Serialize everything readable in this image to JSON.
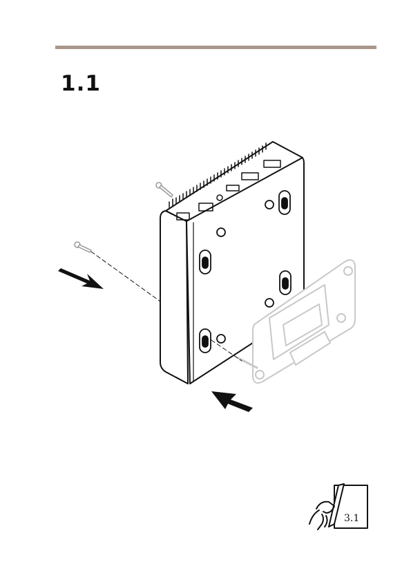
{
  "header": {
    "step_number": "1.1",
    "rule_color": "#a8978a"
  },
  "illustration": {
    "device": "network-device-rear-view",
    "bracket_color": "#c8c8c8",
    "line_color": "#111111"
  },
  "footer": {
    "next_step_label": "3.1",
    "next_step_icon": "page-turn-hand-icon"
  }
}
